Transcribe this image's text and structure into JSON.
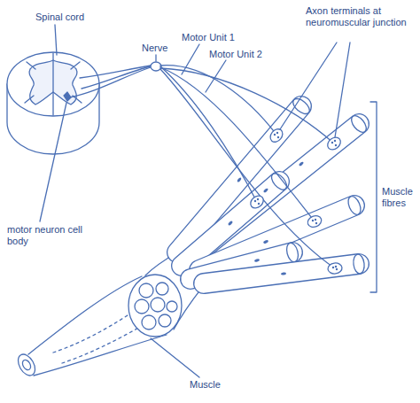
{
  "diagram": {
    "labels": [
      "Spinal cord",
      "Nerve",
      "Motor Unit 1",
      "Motor Unit 2",
      "Axon terminals at neuromuscular junction",
      "Muscle fibres",
      "motor neuron cell body",
      "Muscle"
    ]
  }
}
